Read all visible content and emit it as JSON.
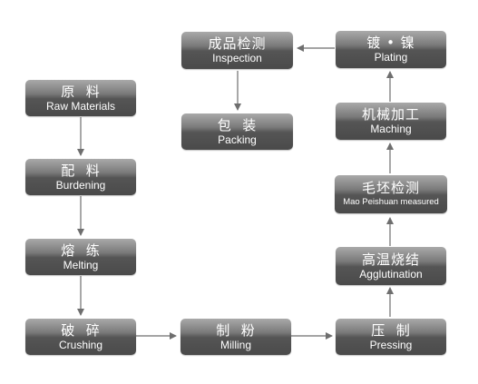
{
  "steps": {
    "raw_materials": {
      "zh": "原  料",
      "en": "Raw Materials"
    },
    "burdening": {
      "zh": "配  料",
      "en": "Burdening"
    },
    "melting": {
      "zh": "熔  练",
      "en": "Melting"
    },
    "crushing": {
      "zh": "破  碎",
      "en": "Crushing"
    },
    "milling": {
      "zh": "制  粉",
      "en": "Milling"
    },
    "pressing": {
      "zh": "压  制",
      "en": "Pressing"
    },
    "agglutination": {
      "zh": "高温烧结",
      "en": "Agglutination"
    },
    "mao_peishuan": {
      "zh": "毛坯检测",
      "en": "Mao Peishuan measured"
    },
    "maching": {
      "zh": "机械加工",
      "en": "Maching"
    },
    "plating": {
      "zh": "镀 • 镍",
      "en": "Plating"
    },
    "inspection": {
      "zh": "成品检测",
      "en": "Inspection"
    },
    "packing": {
      "zh": "包  装",
      "en": "Packing"
    }
  },
  "colors": {
    "box_top": "#a9a9a9",
    "box_bottom": "#4a4a4a",
    "arrow": "#6e6e6e",
    "text": "#ffffff"
  }
}
